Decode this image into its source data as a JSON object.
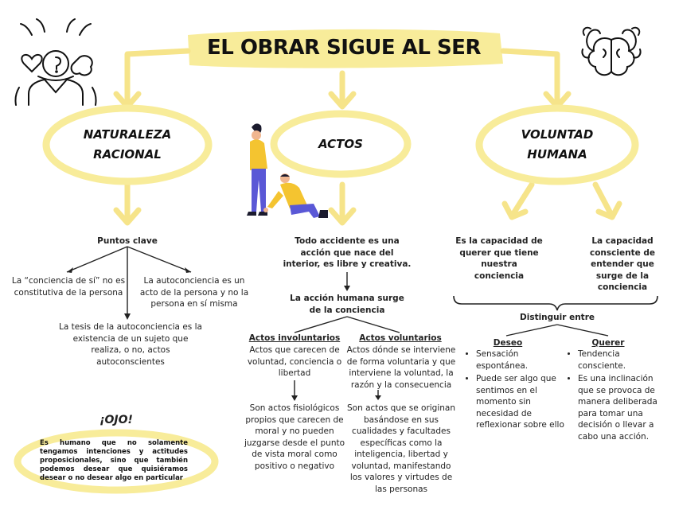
{
  "title": "EL OBRAR SIGUE AL SER",
  "colors": {
    "highlight": "#f8ec9a",
    "arrow": "#f6e48a",
    "line": "#222222"
  },
  "bubbles": {
    "naturaleza": "NATURALEZA RACIONAL",
    "actos": "ACTOS",
    "voluntad": "VOLUNTAD HUMANA"
  },
  "naturaleza": {
    "puntos_clave": "Puntos clave",
    "conciencia_de_si": "La “conciencia de sí” no es constitutiva de la persona",
    "autoconciencia_acto": "La autoconciencia es un acto de la persona y no la persona en sí misma",
    "tesis": "La tesis de la autoconciencia es la existencia de un sujeto que realiza, o no, actos autoconscientes"
  },
  "actos": {
    "todo_accidente": "Todo accidente es una acción que nace del interior, es libre y creativa.",
    "accion_humana": "La acción humana surge de la conciencia",
    "involuntarios_title": "Actos involuntarios",
    "involuntarios_desc": "Actos que carecen de voluntad, conciencia o libertad",
    "involuntarios_detail": "Son actos fisiológicos propios que carecen de moral y no pueden juzgarse desde el punto de vista moral como positivo o negativo",
    "voluntarios_title": "Actos voluntarios",
    "voluntarios_desc": "Actos dónde se interviene de forma voluntaria y que interviene la voluntad, la razón y la consecuencia",
    "voluntarios_detail": "Son actos que se originan basándose en sus cualidades y facultades específicas como la inteligencia, libertad y voluntad, manifestando los valores y virtudes de las personas"
  },
  "voluntad": {
    "capacidad_querer": "Es la capacidad de querer que tiene nuestra conciencia",
    "capacidad_entender": "La capacidad consciente de entender que surge de la conciencia",
    "distinguir": "Distinguir entre",
    "deseo_title": "Deseo",
    "deseo_items": [
      "Sensación espontánea.",
      "Puede ser algo que sentimos en el momento sin necesidad de reflexionar sobre ello"
    ],
    "querer_title": "Querer",
    "querer_items": [
      "Tendencia consciente.",
      "Es una inclinación que se provoca de manera deliberada para tomar una decisión o llevar a cabo una acción."
    ]
  },
  "ojo": {
    "title": "¡OJO!",
    "text": "Es humano que no solamente tengamos intenciones y actitudes proposicionales, sino que también podemos desear que quisiéramos desear o no desear algo en particular"
  },
  "icons": [
    "person-thoughts-icon",
    "brain-muscles-icon",
    "people-illustration"
  ]
}
